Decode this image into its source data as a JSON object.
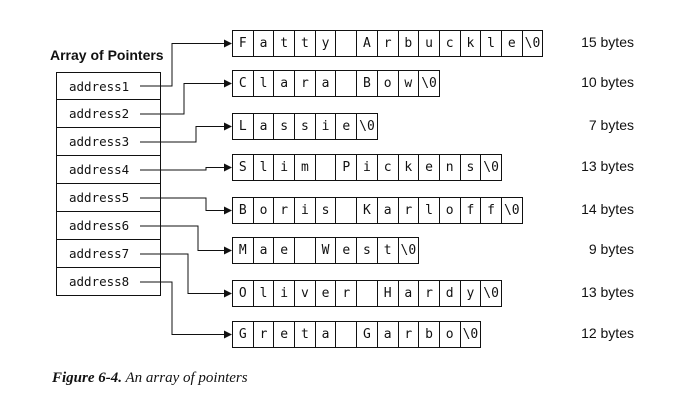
{
  "diagram": {
    "title": "Array of Pointers",
    "pointers": [
      "address1",
      "address2",
      "address3",
      "address4",
      "address5",
      "address6",
      "address7",
      "address8"
    ],
    "strings": [
      {
        "chars": [
          "F",
          "a",
          "t",
          "t",
          "y",
          " ",
          "A",
          "r",
          "b",
          "u",
          "c",
          "k",
          "l",
          "e",
          "\\0"
        ],
        "bytes": "15 bytes"
      },
      {
        "chars": [
          "C",
          "l",
          "a",
          "r",
          "a",
          " ",
          "B",
          "o",
          "w",
          "\\0"
        ],
        "bytes": "10 bytes"
      },
      {
        "chars": [
          "L",
          "a",
          "s",
          "s",
          "i",
          "e",
          "\\0"
        ],
        "bytes": "7 bytes"
      },
      {
        "chars": [
          "S",
          "l",
          "i",
          "m",
          " ",
          "P",
          "i",
          "c",
          "k",
          "e",
          "n",
          "s",
          "\\0"
        ],
        "bytes": "13 bytes"
      },
      {
        "chars": [
          "B",
          "o",
          "r",
          "i",
          "s",
          " ",
          "K",
          "a",
          "r",
          "l",
          "o",
          "f",
          "f",
          "\\0"
        ],
        "bytes": "14 bytes"
      },
      {
        "chars": [
          "M",
          "a",
          "e",
          " ",
          "W",
          "e",
          "s",
          "t",
          "\\0"
        ],
        "bytes": "9 bytes"
      },
      {
        "chars": [
          "O",
          "l",
          "i",
          "v",
          "e",
          "r",
          " ",
          "H",
          "a",
          "r",
          "d",
          "y",
          "\\0"
        ],
        "bytes": "13 bytes"
      },
      {
        "chars": [
          "G",
          "r",
          "e",
          "t",
          "a",
          " ",
          "G",
          "a",
          "r",
          "b",
          "o",
          "\\0"
        ],
        "bytes": "12 bytes"
      }
    ]
  },
  "caption": {
    "label": "Figure 6-4.",
    "text": "An array of pointers"
  }
}
